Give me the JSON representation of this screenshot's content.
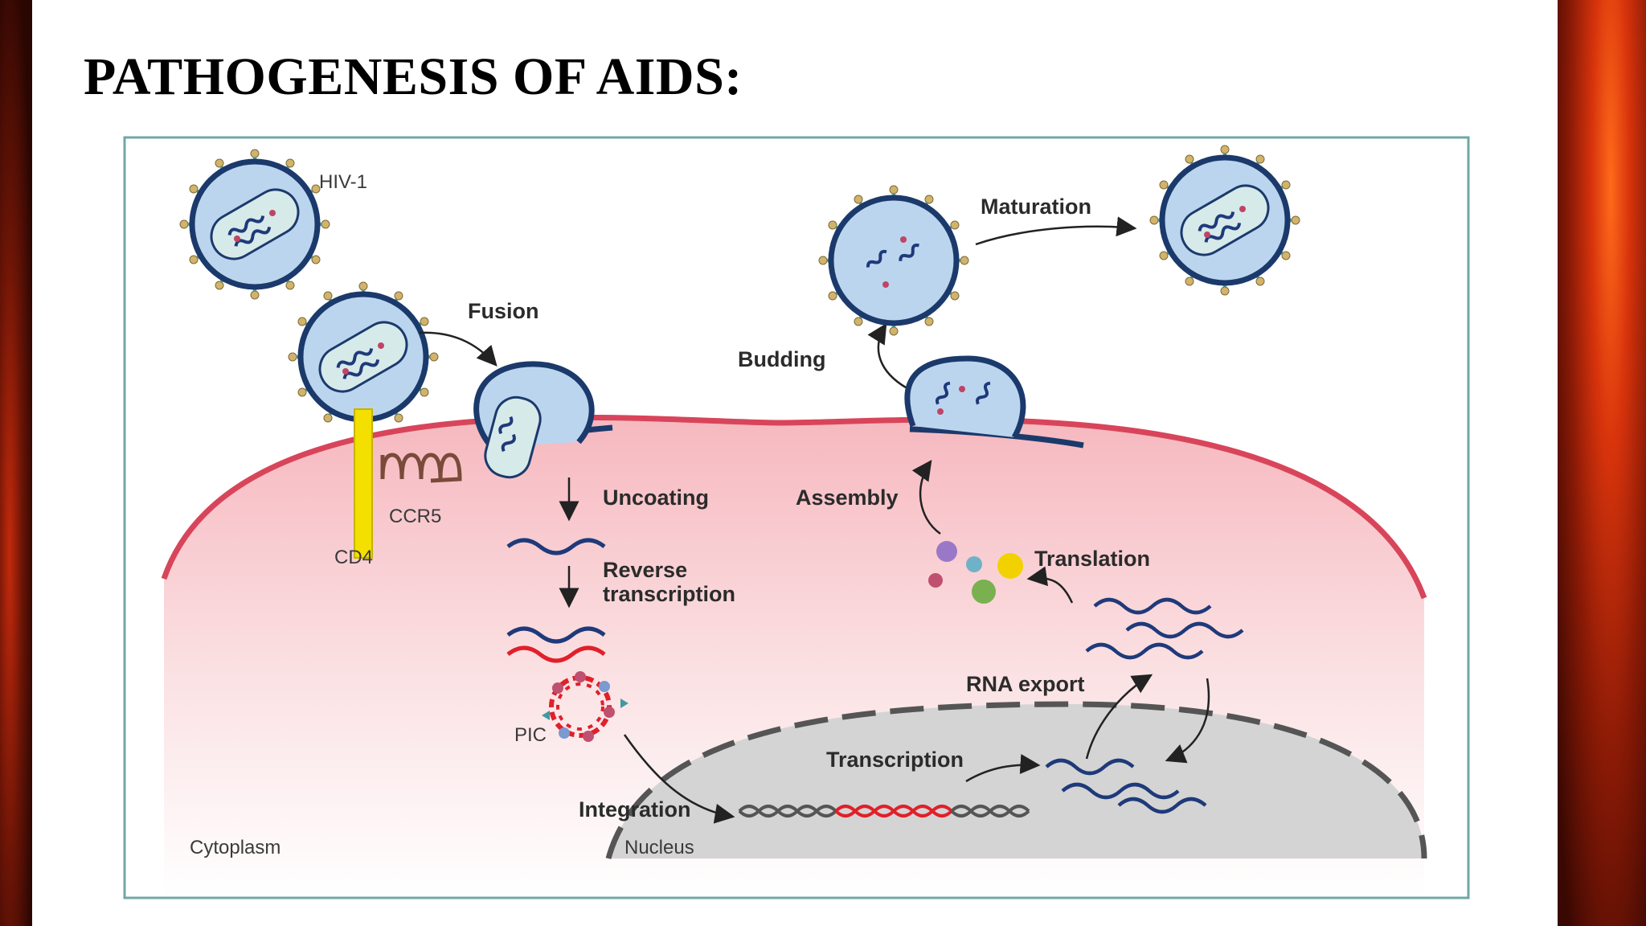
{
  "slide": {
    "title": "PATHOGENESIS OF AIDS:"
  },
  "diagram": {
    "labels": {
      "hiv": "HIV-1",
      "fusion": "Fusion",
      "ccr5": "CCR5",
      "cd4": "CD4",
      "uncoating": "Uncoating",
      "reverse_1": "Reverse",
      "reverse_2": "transcription",
      "pic": "PIC",
      "integration": "Integration",
      "cytoplasm": "Cytoplasm",
      "nucleus": "Nucleus",
      "transcription": "Transcription",
      "rna_export": "RNA export",
      "translation": "Translation",
      "assembly": "Assembly",
      "budding": "Budding",
      "maturation": "Maturation"
    },
    "colors": {
      "virion_fill": "#bcd5ef",
      "virion_stroke": "#1b3a6b",
      "rna": "#1e3a7a",
      "dna_red": "#e0202a",
      "membrane": "#d8455a",
      "cd4": "#f4e000",
      "frame": "#6fa8a6",
      "nucleus": "#d4d4d4"
    }
  }
}
